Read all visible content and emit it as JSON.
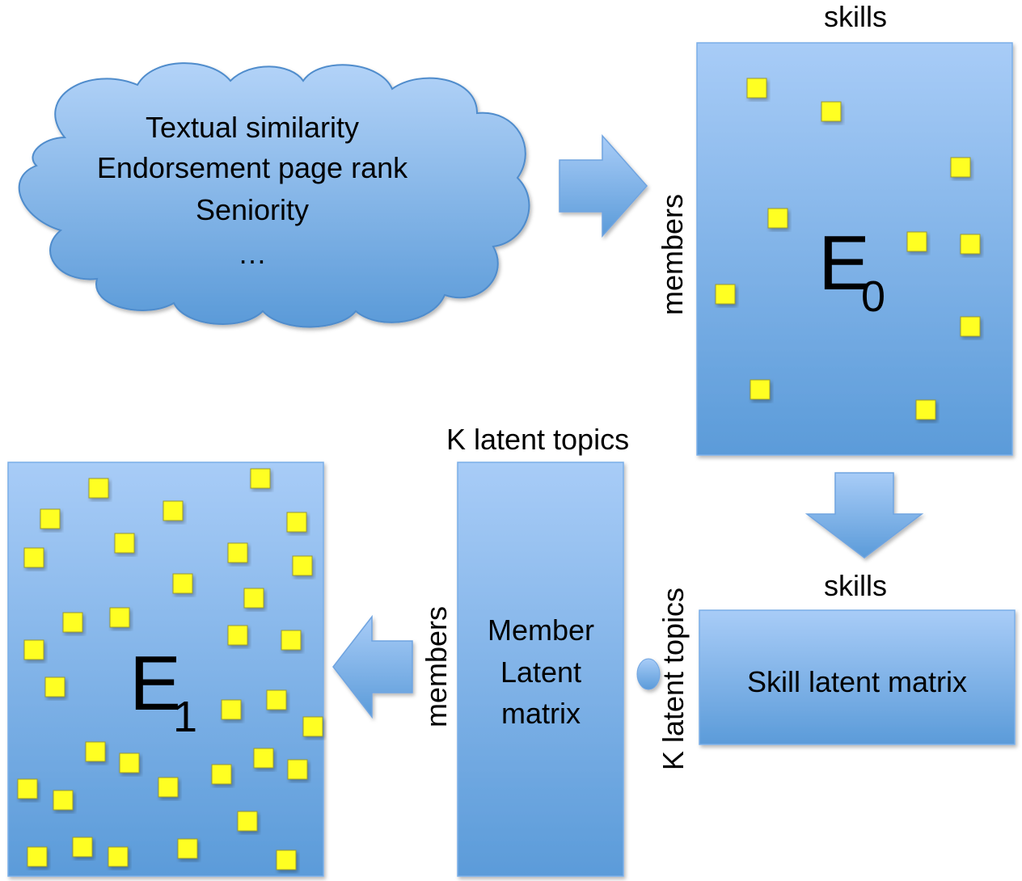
{
  "cloud": {
    "lines": [
      "Textual similarity",
      "Endorsement page rank",
      "Seniority",
      "…"
    ]
  },
  "e0": {
    "top_label": "skills",
    "side_label": "members",
    "symbol": "E",
    "subscript": "0"
  },
  "skill_matrix": {
    "top_label": "skills",
    "side_label": "K latent topics",
    "text": "Skill latent matrix"
  },
  "member_matrix": {
    "top_label": "K latent topics",
    "side_label": "members",
    "lines": [
      "Member",
      "Latent",
      "matrix"
    ]
  },
  "e1": {
    "symbol": "E",
    "subscript": "1"
  },
  "colors": {
    "box_top": "#a8ccf7",
    "box_bottom": "#5b9bd9",
    "box_edge": "#7aaee8",
    "square_fill": "#ffff22",
    "square_edge": "#9a9a30"
  }
}
